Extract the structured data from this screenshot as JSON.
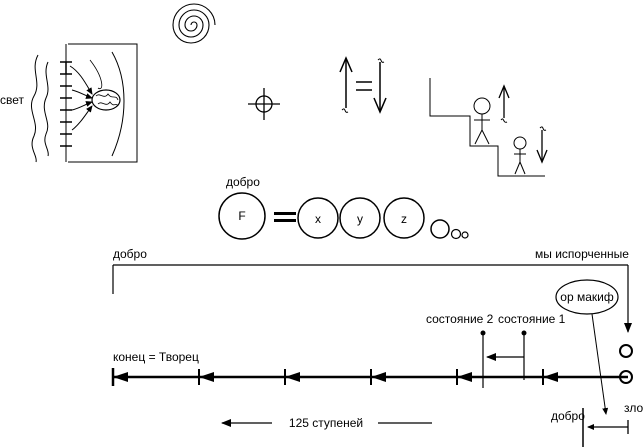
{
  "labels": {
    "light": "свет",
    "good_top": "добро",
    "good_left": "добро",
    "spoiled": "мы испорченные",
    "or_makif": "ор макиф",
    "state2": "состояние 2",
    "state1": "состояние 1",
    "end_creator": "конец = Творец",
    "steps": "125 ступеней",
    "good_bottom": "добро",
    "evil": "зло"
  },
  "equation": {
    "F": "F",
    "equals": "=",
    "x": "x",
    "y": "y",
    "z": "z"
  }
}
